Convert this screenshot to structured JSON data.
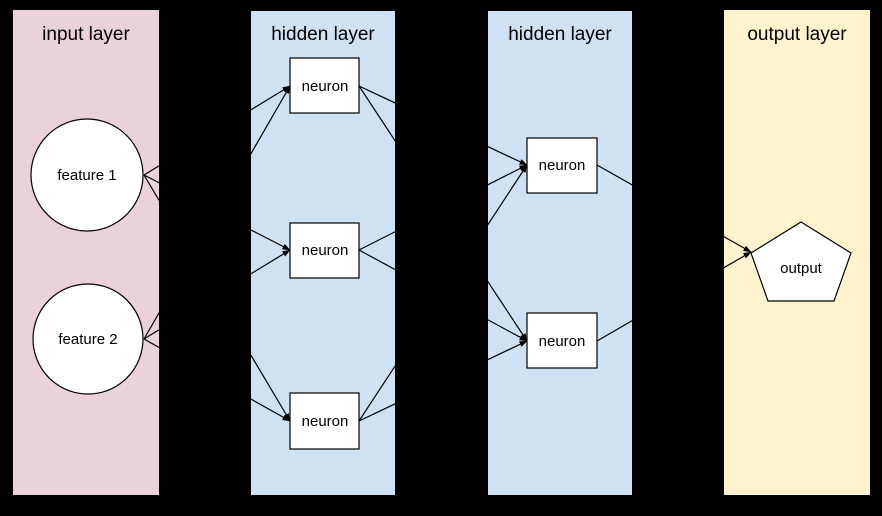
{
  "diagram": {
    "type": "neural-network-diagram",
    "background_color": "#000000",
    "node_fill": "#ffffff",
    "line_color": "#000000",
    "layers": [
      {
        "label": "input layer",
        "color": "#ead1dc"
      },
      {
        "label": "hidden layer",
        "color": "#cfe2f3"
      },
      {
        "label": "hidden layer",
        "color": "#cfe2f3"
      },
      {
        "label": "output layer",
        "color": "#fff2cc"
      }
    ],
    "nodes": {
      "feature1": {
        "label": "feature 1",
        "shape": "circle",
        "layer": "input layer"
      },
      "feature2": {
        "label": "feature 2",
        "shape": "circle",
        "layer": "input layer"
      },
      "h1n1": {
        "label": "neuron",
        "shape": "rectangle",
        "layer": "hidden layer 1"
      },
      "h1n2": {
        "label": "neuron",
        "shape": "rectangle",
        "layer": "hidden layer 1"
      },
      "h1n3": {
        "label": "neuron",
        "shape": "rectangle",
        "layer": "hidden layer 1"
      },
      "h2n1": {
        "label": "neuron",
        "shape": "rectangle",
        "layer": "hidden layer 2"
      },
      "h2n2": {
        "label": "neuron",
        "shape": "rectangle",
        "layer": "hidden layer 2"
      },
      "output": {
        "label": "output",
        "shape": "pentagon",
        "layer": "output layer"
      }
    },
    "connections": [
      {
        "from": "feature1",
        "to": "h1n1"
      },
      {
        "from": "feature1",
        "to": "h1n2"
      },
      {
        "from": "feature1",
        "to": "h1n3"
      },
      {
        "from": "feature2",
        "to": "h1n1"
      },
      {
        "from": "feature2",
        "to": "h1n2"
      },
      {
        "from": "feature2",
        "to": "h1n3"
      },
      {
        "from": "h1n1",
        "to": "h2n1"
      },
      {
        "from": "h1n1",
        "to": "h2n2"
      },
      {
        "from": "h1n2",
        "to": "h2n1"
      },
      {
        "from": "h1n2",
        "to": "h2n2"
      },
      {
        "from": "h1n3",
        "to": "h2n1"
      },
      {
        "from": "h1n3",
        "to": "h2n2"
      },
      {
        "from": "h2n1",
        "to": "output"
      },
      {
        "from": "h2n2",
        "to": "output"
      }
    ]
  }
}
